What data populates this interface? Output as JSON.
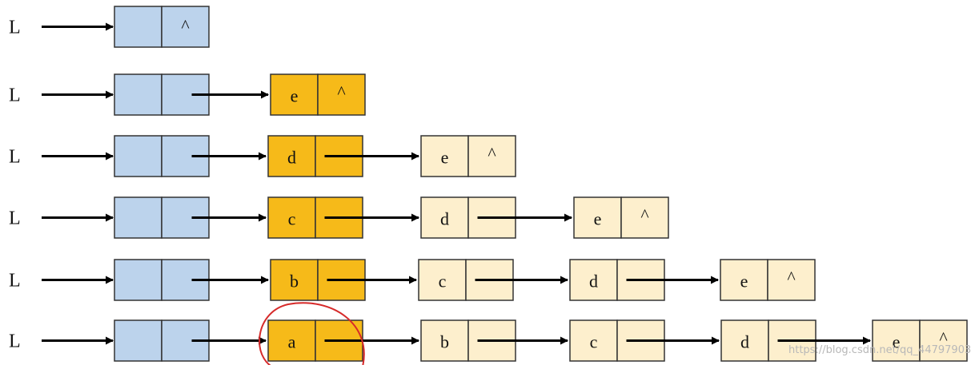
{
  "list_label": "L",
  "null_symbol": "^",
  "colors": {
    "head_fill": "#bcd3ec",
    "new_fill": "#f6ba19",
    "old_fill": "#fdefcd",
    "stroke": "#333333",
    "arrow": "#000000",
    "highlight": "#d62a2a"
  },
  "rows": [
    {
      "nodes": []
    },
    {
      "nodes": [
        "e"
      ]
    },
    {
      "nodes": [
        "d",
        "e"
      ]
    },
    {
      "nodes": [
        "c",
        "d",
        "e"
      ]
    },
    {
      "nodes": [
        "b",
        "c",
        "d",
        "e"
      ]
    },
    {
      "nodes": [
        "a",
        "b",
        "c",
        "d",
        "e"
      ]
    }
  ],
  "highlighted": {
    "row": 5,
    "node": "a"
  },
  "watermark": "https://blog.csdn.net/qq_44797903"
}
